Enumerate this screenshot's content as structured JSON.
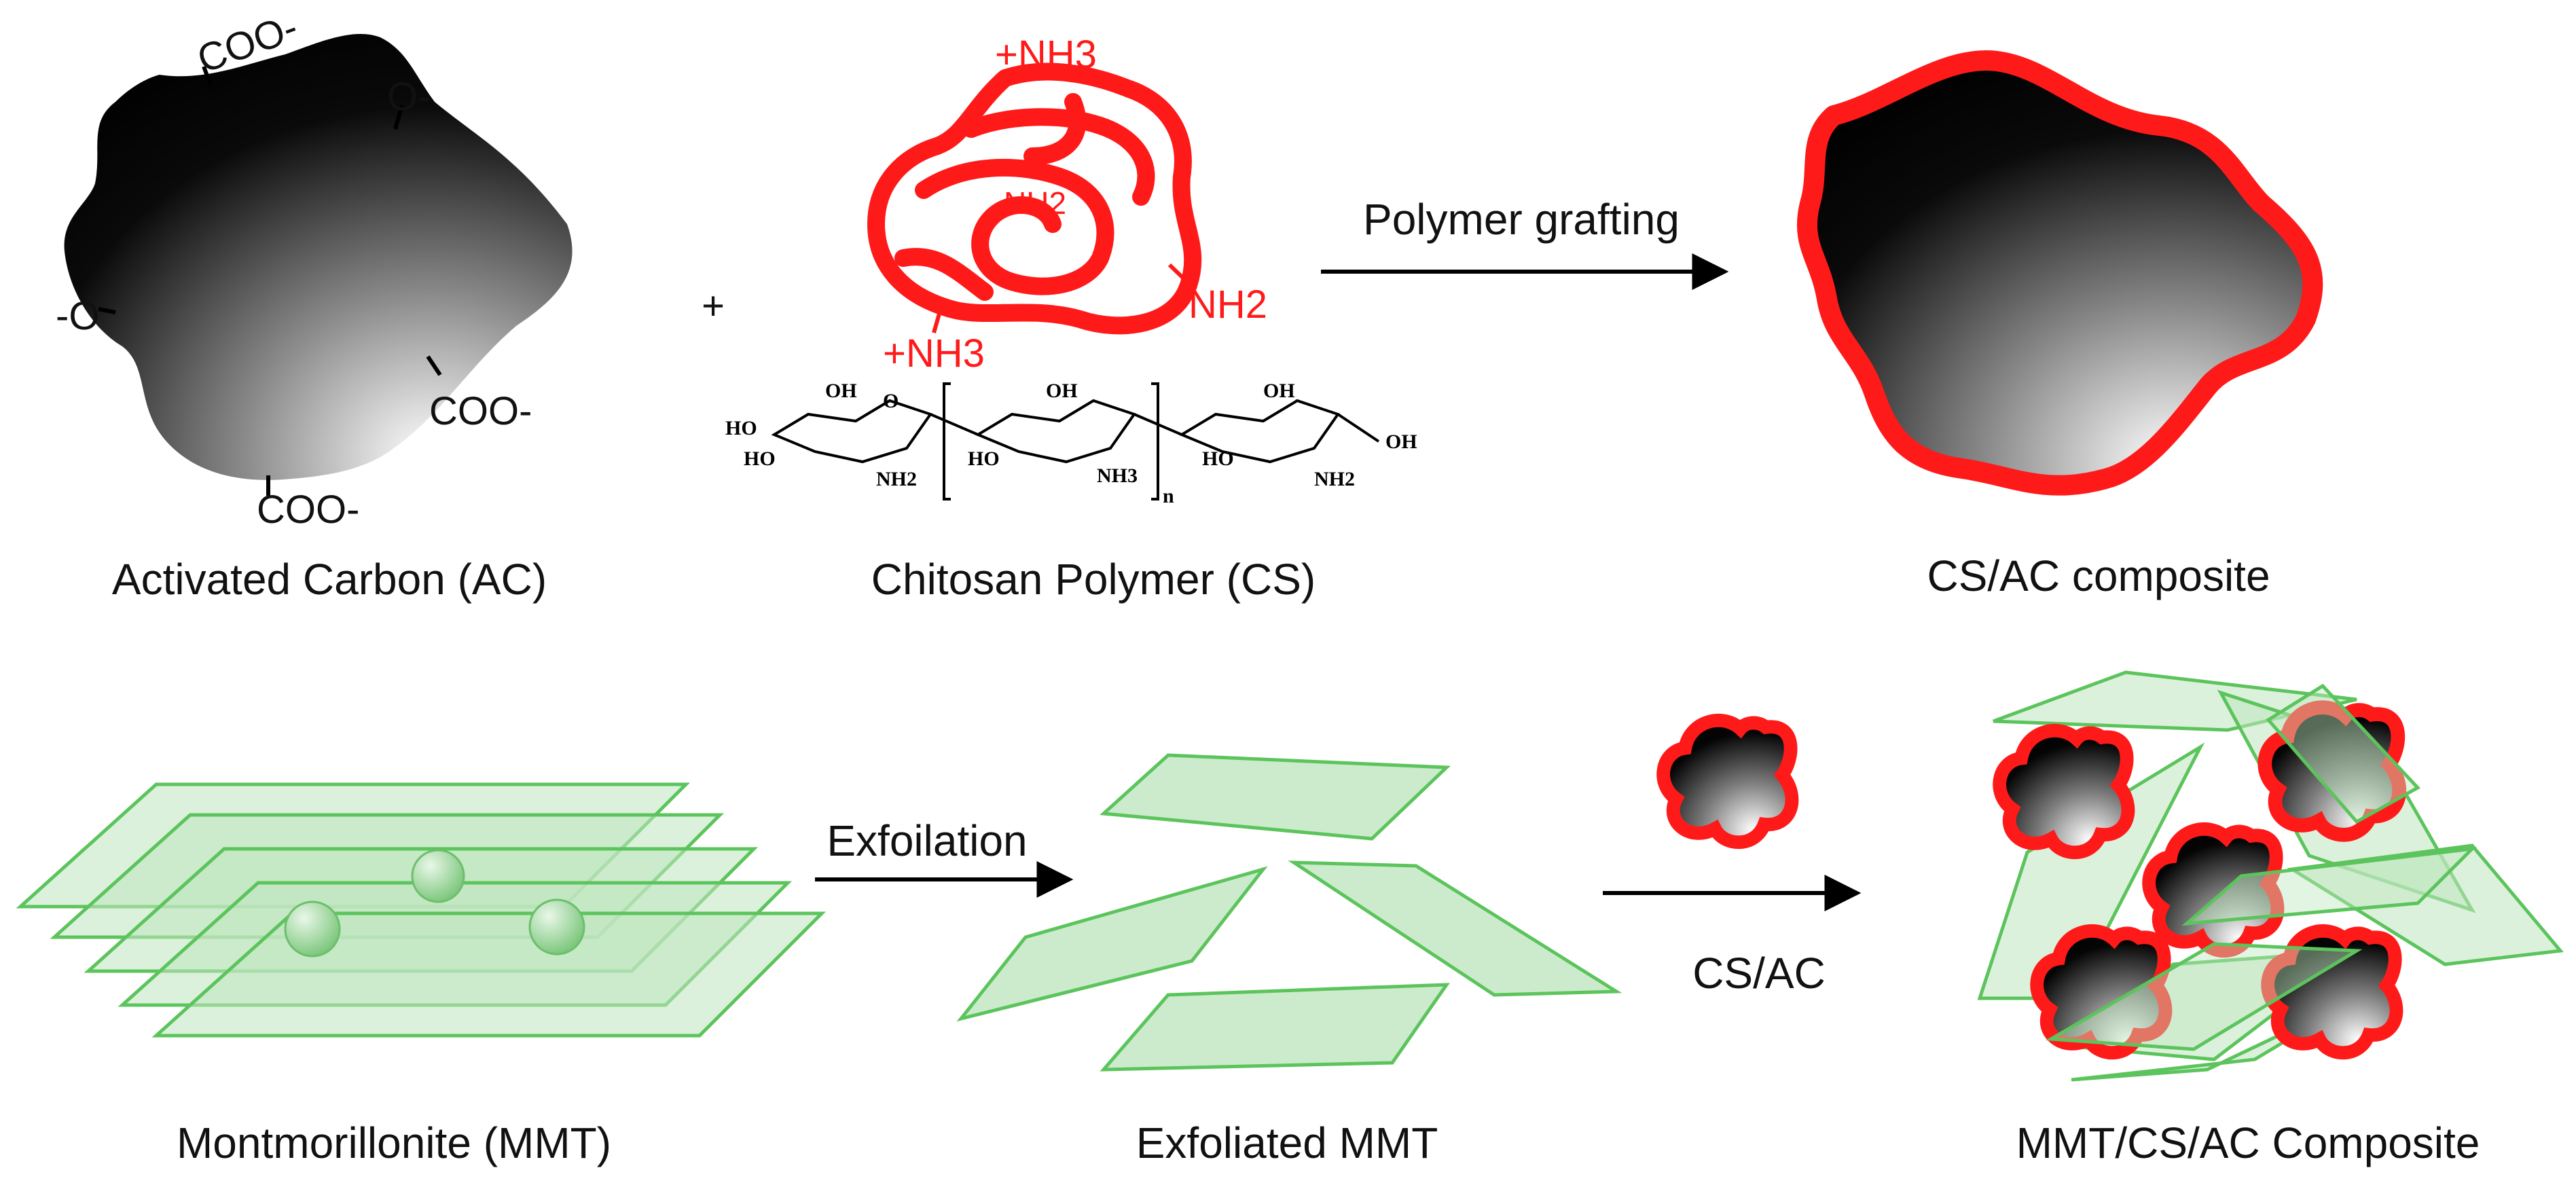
{
  "ac": {
    "label": "Activated Carbon (AC)",
    "groups": [
      "COO-",
      "O-",
      "-O",
      "COO-",
      "COO-"
    ]
  },
  "plus": "+",
  "cs": {
    "label": "Chitosan Polymer (CS)",
    "amine_groups": [
      "+NH3",
      "NH2",
      "NH2",
      "+NH3"
    ],
    "structure_labels": [
      "OH",
      "HO",
      "HO",
      "NH2",
      "O",
      "OH",
      "HO",
      "NH3",
      "n",
      "OH",
      "HO",
      "NH2",
      "OH"
    ]
  },
  "step1": {
    "label": "Polymer grafting"
  },
  "composite": {
    "label": "CS/AC composite"
  },
  "mmt": {
    "label": "Montmorillonite (MMT)"
  },
  "step2": {
    "label": "Exfoilation"
  },
  "exfoliated": {
    "label": "Exfoliated MMT"
  },
  "step3": {
    "label": "CS/AC"
  },
  "final": {
    "label": "MMT/CS/AC Composite"
  },
  "colors": {
    "carbon_dark": "#000000",
    "carbon_light": "#ffffff",
    "chitosan_red": "#ff1a1a",
    "clay_fill": "#bfe6bf",
    "clay_stroke": "#5cc45c"
  }
}
